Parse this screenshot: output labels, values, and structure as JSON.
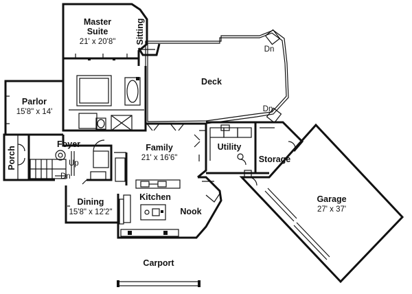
{
  "rooms": {
    "master_suite": {
      "name_line1": "Master",
      "name_line2": "Suite",
      "size": "21' x 20'8\""
    },
    "sitting": {
      "name": "Sitting"
    },
    "deck": {
      "name": "Deck"
    },
    "parlor": {
      "name": "Parlor",
      "size": "15'8\" x 14'"
    },
    "porch": {
      "name": "Porch"
    },
    "foyer": {
      "name": "Foyer"
    },
    "family": {
      "name": "Family",
      "size": "21' x 16'6\""
    },
    "utility": {
      "name": "Utility"
    },
    "storage": {
      "name": "Storage"
    },
    "garage": {
      "name": "Garage",
      "size": "27' x 37'"
    },
    "kitchen": {
      "name": "Kitchen"
    },
    "nook": {
      "name": "Nook"
    },
    "dining": {
      "name": "Dining",
      "size": "15'8\" x 12'2\""
    },
    "carport": {
      "name": "Carport"
    }
  },
  "stairs": {
    "up_label": "Up",
    "down_label": "Dn"
  },
  "deck_stairs": {
    "top_label": "Dn",
    "bottom_label": "Dn"
  }
}
